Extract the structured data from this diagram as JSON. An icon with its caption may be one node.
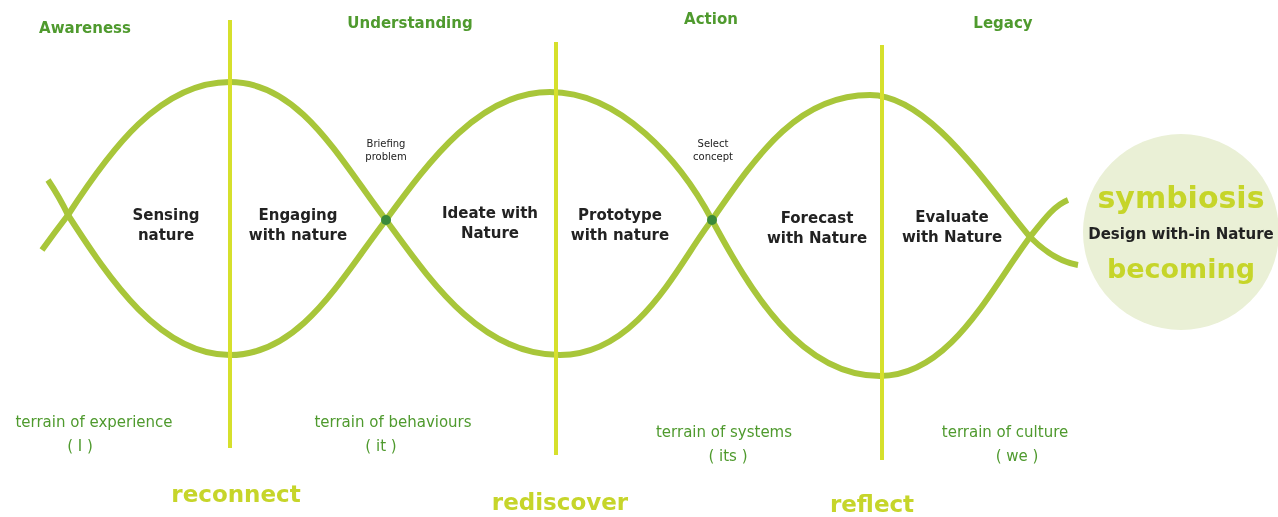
{
  "diagram": {
    "nodes": [
      {
        "text": [
          "symbiosis",
          "Design with-in Nature",
          "becoming"
        ]
      }
    ],
    "labels": [
      "Awareness",
      "Understanding",
      "Action",
      "Legacy",
      "Briefing problem",
      "Select concept",
      "Sensing nature",
      "Engaging with nature",
      "Ideate with Nature",
      "Prototype with nature",
      "Forecast with Nature",
      "Evaluate with Nature",
      "terrain of experience",
      "( I )",
      "terrain of behaviours",
      "( it )",
      "terrain of systems",
      "( its )",
      "terrain of culture",
      "( we )",
      "reconnect",
      "rediscover",
      "reflect"
    ]
  }
}
